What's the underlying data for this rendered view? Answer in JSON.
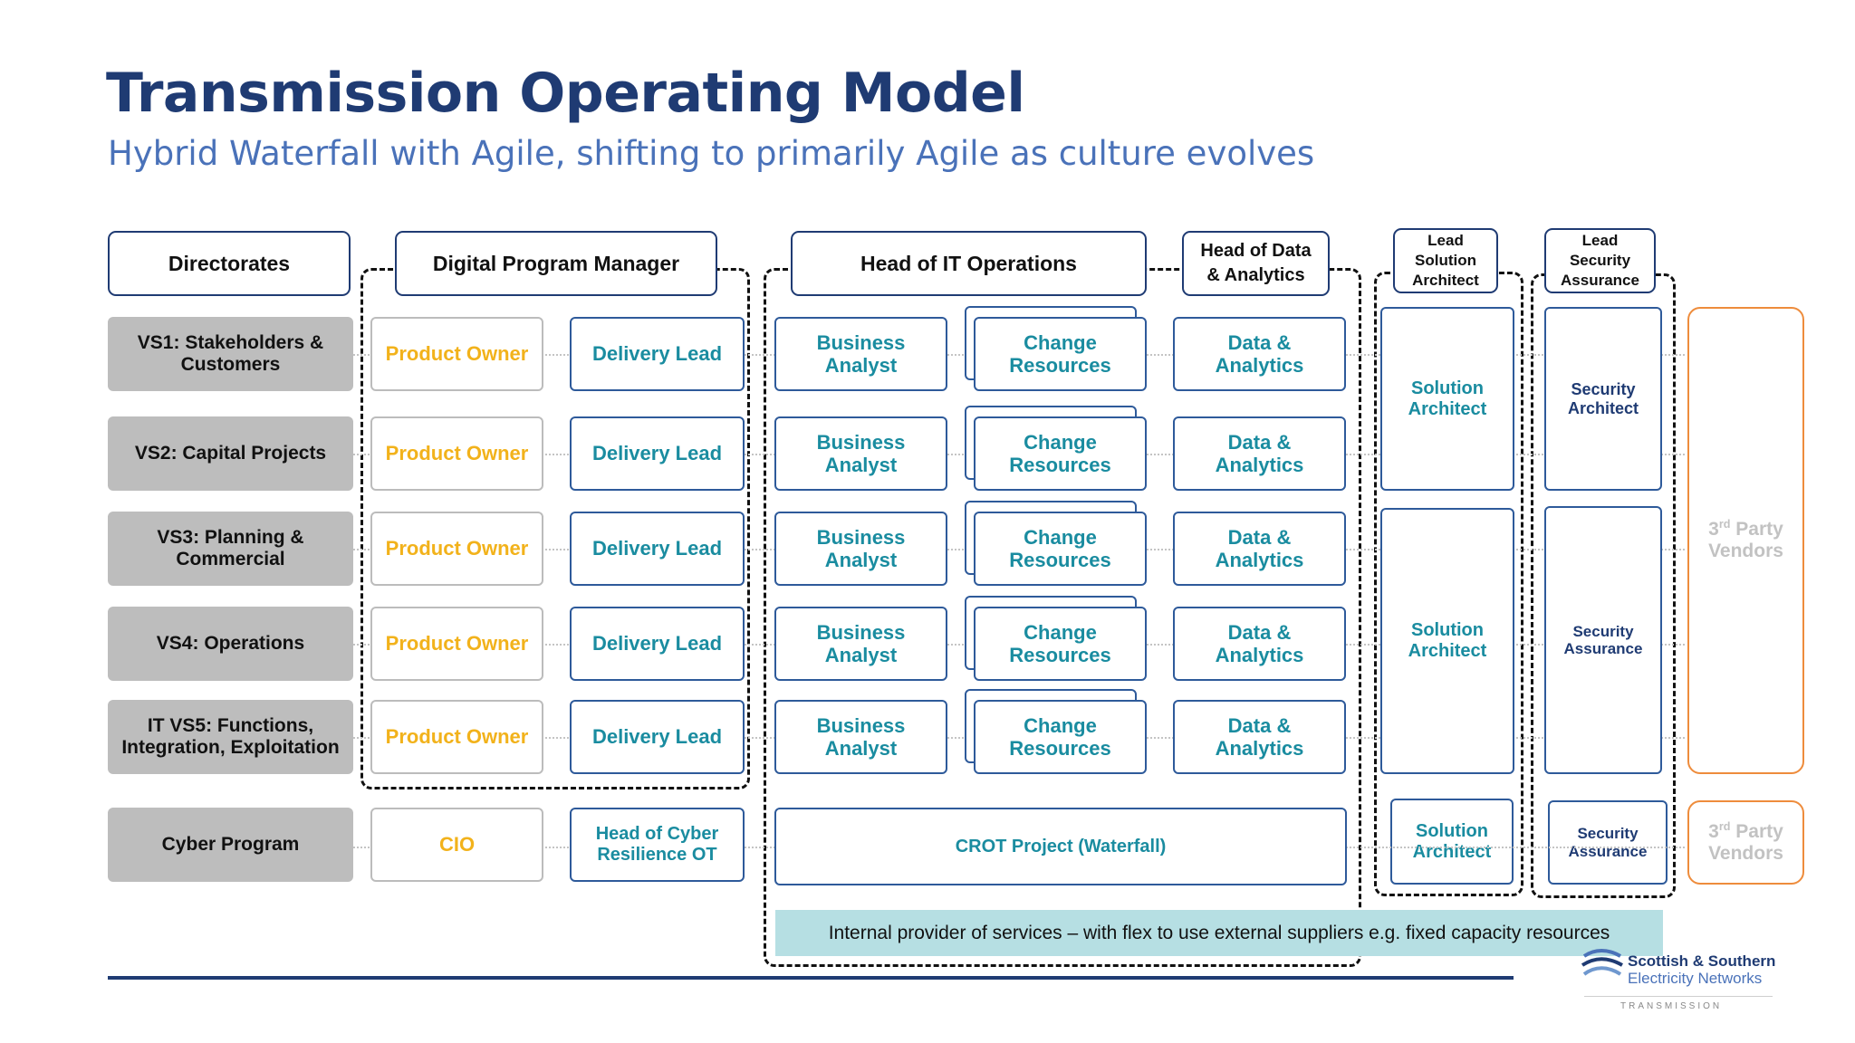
{
  "title": "Transmission Operating Model",
  "subtitle": "Hybrid Waterfall with Agile, shifting to primarily Agile as culture evolves",
  "headers": {
    "directorates": "Directorates",
    "digital_program_manager": "Digital Program Manager",
    "head_it_operations": "Head of IT Operations",
    "head_data_analytics_1": "Head of Data",
    "head_data_analytics_2": "& Analytics",
    "lead_solution_architect_1": "Lead",
    "lead_solution_architect_2": "Solution",
    "lead_solution_architect_3": "Architect",
    "lead_security_assurance_1": "Lead",
    "lead_security_assurance_2": "Security",
    "lead_security_assurance_3": "Assurance"
  },
  "rows": [
    {
      "directorate_1": "VS1: Stakeholders &",
      "directorate_2": "Customers",
      "product_owner": "Product Owner",
      "delivery_lead": "Delivery Lead",
      "ba_1": "Business",
      "ba_2": "Analyst",
      "change_1": "Change",
      "change_2": "Resources",
      "data_1": "Data &",
      "data_2": "Analytics"
    },
    {
      "directorate_1": "VS2: Capital Projects",
      "directorate_2": "",
      "product_owner": "Product Owner",
      "delivery_lead": "Delivery Lead",
      "ba_1": "Business",
      "ba_2": "Analyst",
      "change_1": "Change",
      "change_2": "Resources",
      "data_1": "Data &",
      "data_2": "Analytics"
    },
    {
      "directorate_1": "VS3: Planning &",
      "directorate_2": "Commercial",
      "product_owner": "Product Owner",
      "delivery_lead": "Delivery Lead",
      "ba_1": "Business",
      "ba_2": "Analyst",
      "change_1": "Change",
      "change_2": "Resources",
      "data_1": "Data &",
      "data_2": "Analytics"
    },
    {
      "directorate_1": "VS4: Operations",
      "directorate_2": "",
      "product_owner": "Product Owner",
      "delivery_lead": "Delivery Lead",
      "ba_1": "Business",
      "ba_2": "Analyst",
      "change_1": "Change",
      "change_2": "Resources",
      "data_1": "Data &",
      "data_2": "Analytics"
    },
    {
      "directorate_1": "IT VS5: Functions,",
      "directorate_2": "Integration, Exploitation",
      "product_owner": "Product Owner",
      "delivery_lead": "Delivery Lead",
      "ba_1": "Business",
      "ba_2": "Analyst",
      "change_1": "Change",
      "change_2": "Resources",
      "data_1": "Data &",
      "data_2": "Analytics"
    }
  ],
  "solution_architect_groups": [
    {
      "line1": "Solution",
      "line2": "Architect"
    },
    {
      "line1": "Solution",
      "line2": "Architect"
    },
    {
      "line1": "Solution",
      "line2": "Architect"
    }
  ],
  "security_groups": [
    {
      "line1": "Security",
      "line2": "Architect"
    },
    {
      "line1": "Security",
      "line2": "Assurance"
    },
    {
      "line1": "Security",
      "line2": "Assurance"
    }
  ],
  "vendors": [
    {
      "base": "3",
      "sup": "rd",
      "rest": " Party",
      "line2": "Vendors"
    },
    {
      "base": "3",
      "sup": "rd",
      "rest": " Party",
      "line2": "Vendors"
    }
  ],
  "cyber": {
    "directorate": "Cyber Program",
    "cio": "CIO",
    "head_1": "Head of Cyber",
    "head_2": "Resilience OT",
    "crot": "CROT Project (Waterfall)"
  },
  "banner": "Internal provider of services – with flex to use external suppliers e.g. fixed capacity resources",
  "logo": {
    "line1": "Scottish & Southern",
    "line2": "Electricity Networks",
    "line3": "TRANSMISSION"
  },
  "colors": {
    "title": "#1f3b73",
    "subtitle": "#4a72b9",
    "product_owner": "#f2b21b",
    "role_text": "#1a8ca0",
    "vendor_border": "#ee8c3c"
  }
}
